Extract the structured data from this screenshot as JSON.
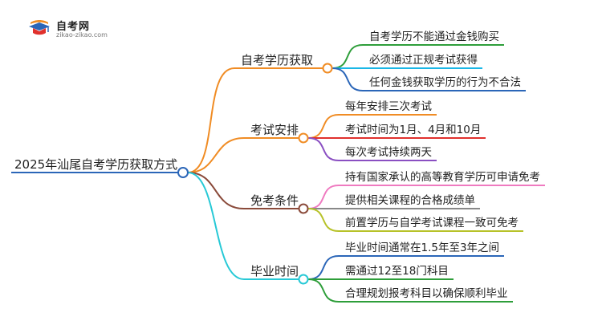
{
  "logo": {
    "name": "自考网",
    "url": "zikao-zikao.com"
  },
  "mindmap": {
    "root": "2025年汕尾自考学历获取方式",
    "branches": [
      {
        "label": "自考学历获取",
        "color": "#f08c24",
        "leaves": [
          {
            "text": "自考学历不能通过金钱购买",
            "color": "#2e9e3a"
          },
          {
            "text": "必须通过正规考试获得",
            "color": "#1ab7e6"
          },
          {
            "text": "任何金钱获取学历的行为不合法",
            "color": "#2b66b8"
          }
        ]
      },
      {
        "label": "考试安排",
        "color": "#f08c24",
        "leaves": [
          {
            "text": "每年安排三次考试",
            "color": "#f08c24"
          },
          {
            "text": "考试时间为1月、4月和10月",
            "color": "#e0312d"
          },
          {
            "text": "每次考试持续两天",
            "color": "#8a4fc2"
          }
        ]
      },
      {
        "label": "免考条件",
        "color": "#8a4a3a",
        "leaves": [
          {
            "text": "持有国家承认的高等教育学历可申请免考",
            "color": "#ef7ac0"
          },
          {
            "text": "提供相关课程的合格成绩单",
            "color": "#888888"
          },
          {
            "text": "前置学历与自学考试课程一致可免考",
            "color": "#b7c229"
          }
        ]
      },
      {
        "label": "毕业时间",
        "color": "#27c9d6",
        "leaves": [
          {
            "text": "毕业时间通常在1.5年至3年之间",
            "color": "#2b66b8"
          },
          {
            "text": "需通过12至18门科目",
            "color": "#2e9e3a"
          },
          {
            "text": "合理规划报考科目以确保顺利毕业",
            "color": "#2e9e3a"
          }
        ]
      }
    ],
    "root_color": "#2b66b8"
  }
}
